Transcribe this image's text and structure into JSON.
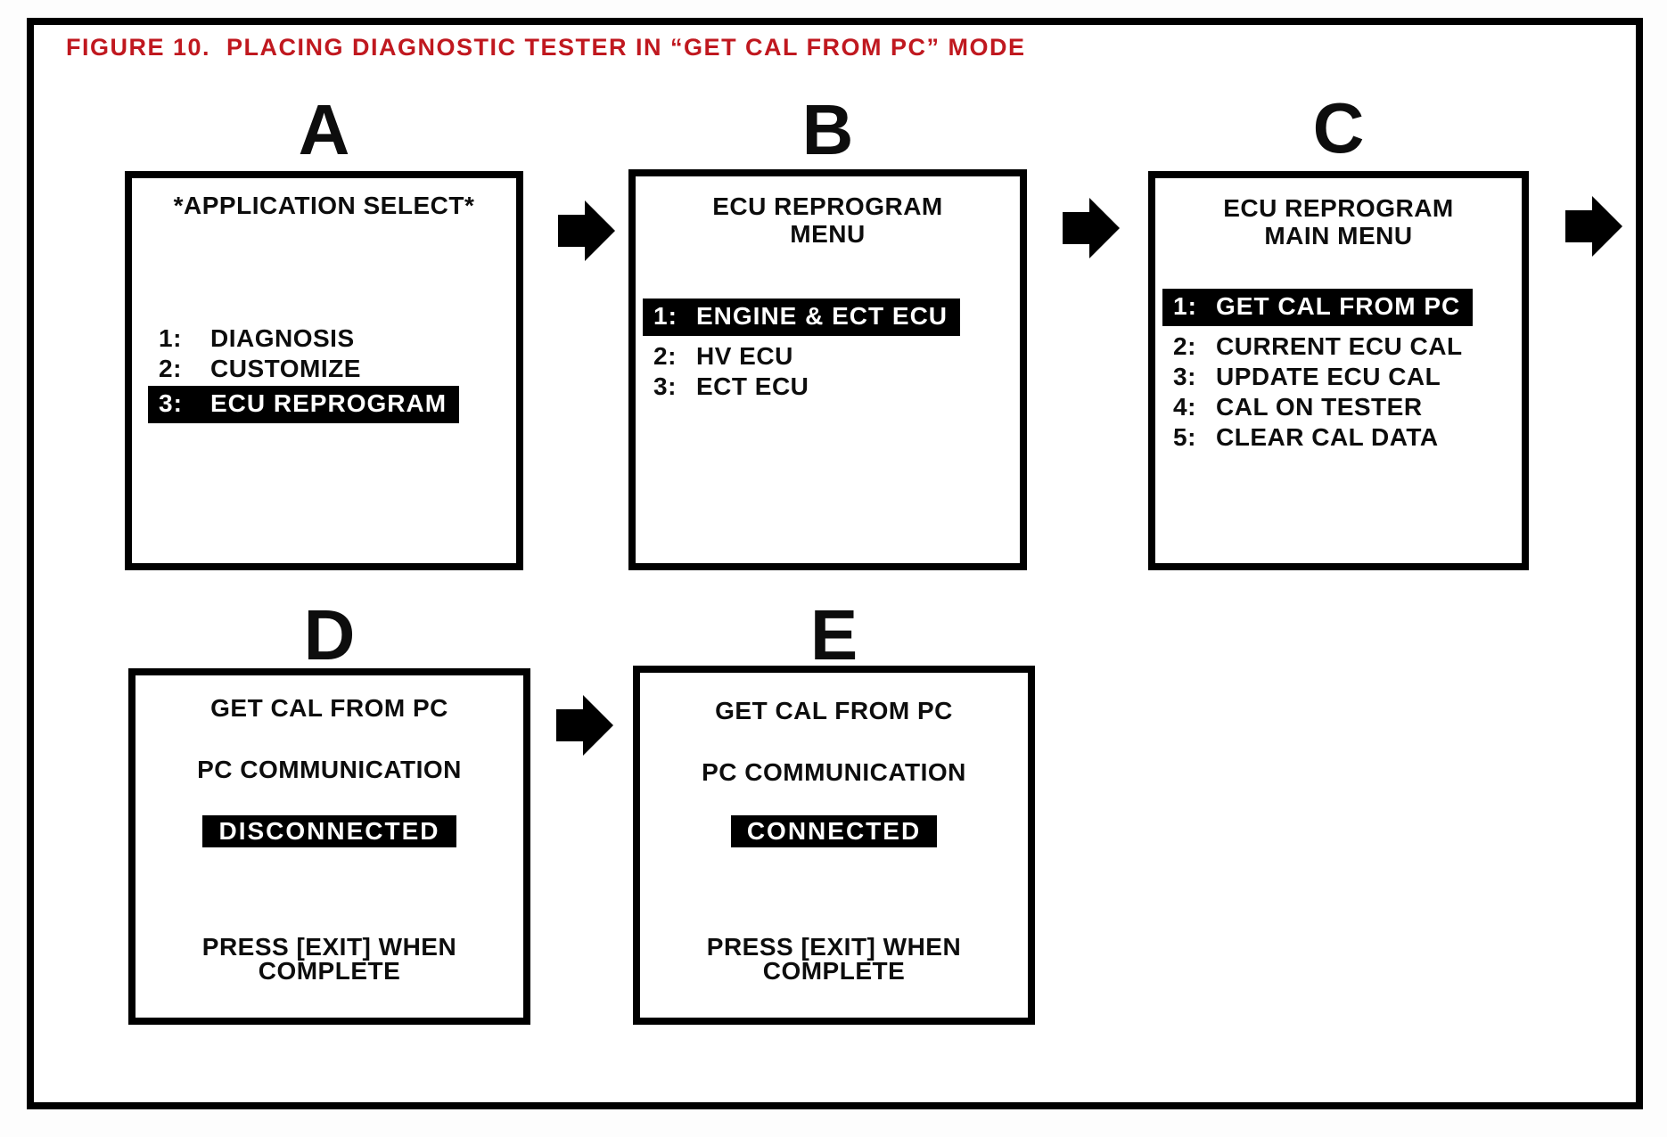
{
  "figure": {
    "title": "FIGURE 10.  PLACING DIAGNOSTIC TESTER IN “GET CAL FROM PC” MODE"
  },
  "colors": {
    "title_red": "#c0181f",
    "ink_black": "#0d0d0d",
    "highlight_bg": "#000000",
    "highlight_text": "#ffffff",
    "background": "#ffffff"
  },
  "icons": {
    "flow_arrow": "right-block-arrow"
  },
  "panels": {
    "a": {
      "letter": "A",
      "header": "*APPLICATION SELECT*",
      "items": [
        {
          "num": "1:",
          "label": "DIAGNOSIS",
          "highlighted": false
        },
        {
          "num": "2:",
          "label": "CUSTOMIZE",
          "highlighted": false
        },
        {
          "num": "3:",
          "label": "ECU REPROGRAM",
          "highlighted": true
        }
      ]
    },
    "b": {
      "letter": "B",
      "header_lines": [
        "ECU REPROGRAM",
        "MENU"
      ],
      "items": [
        {
          "num": "1:",
          "label": "ENGINE & ECT ECU",
          "highlighted": true
        },
        {
          "num": "2:",
          "label": "HV ECU",
          "highlighted": false
        },
        {
          "num": "3:",
          "label": "ECT ECU",
          "highlighted": false
        }
      ]
    },
    "c": {
      "letter": "C",
      "header_lines": [
        "ECU REPROGRAM",
        "MAIN MENU"
      ],
      "items": [
        {
          "num": "1:",
          "label": "GET CAL FROM PC",
          "highlighted": true
        },
        {
          "num": "2:",
          "label": "CURRENT ECU CAL",
          "highlighted": false
        },
        {
          "num": "3:",
          "label": "UPDATE ECU CAL",
          "highlighted": false
        },
        {
          "num": "4:",
          "label": "CAL ON TESTER",
          "highlighted": false
        },
        {
          "num": "5:",
          "label": "CLEAR CAL DATA",
          "highlighted": false
        }
      ]
    },
    "d": {
      "letter": "D",
      "line1": "GET CAL FROM PC",
      "line2": "PC COMMUNICATION",
      "status": "DISCONNECTED",
      "status_highlighted": true,
      "footer_lines": [
        "PRESS [EXIT] WHEN",
        "COMPLETE"
      ]
    },
    "e": {
      "letter": "E",
      "line1": "GET CAL FROM PC",
      "line2": "PC COMMUNICATION",
      "status": "CONNECTED",
      "status_highlighted": true,
      "footer_lines": [
        "PRESS [EXIT] WHEN",
        "COMPLETE"
      ]
    }
  }
}
